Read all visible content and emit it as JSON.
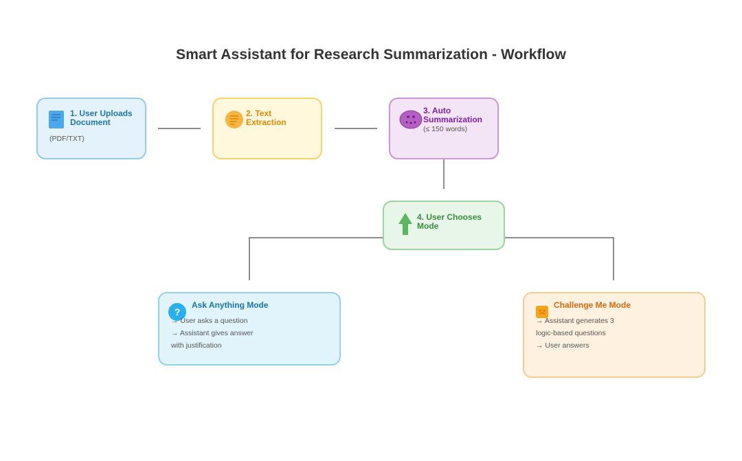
{
  "title": "Smart Assistant for Research Summarization - Workflow",
  "steps": [
    {
      "label": "1. User Uploads\nDocument",
      "sub": "(PDF/TXT)",
      "icon": "document-icon",
      "color": "#2176a8"
    },
    {
      "label": "2. Text\nExtraction",
      "icon": "text-extraction-icon",
      "color": "#e08a00"
    },
    {
      "label": "3. Auto\nSummarization",
      "sub": "(≤ 150 words)",
      "icon": "brain-icon",
      "color": "#7b1fa2"
    },
    {
      "label": "4. User Chooses Mode",
      "icon": "up-arrow-icon",
      "color": "#388e3c"
    }
  ],
  "modes": [
    {
      "title": "Ask Anything Mode",
      "icon": "question-icon",
      "color": "#1a73a8",
      "lines": [
        "→ User asks a question",
        "→ Assistant gives answer",
        "with justification"
      ]
    },
    {
      "title": "Challenge Me Mode",
      "icon": "challenge-icon",
      "color": "#d4690e",
      "lines": [
        "→ Assistant generates 3",
        "logic-based questions",
        "→ User answers"
      ]
    }
  ]
}
